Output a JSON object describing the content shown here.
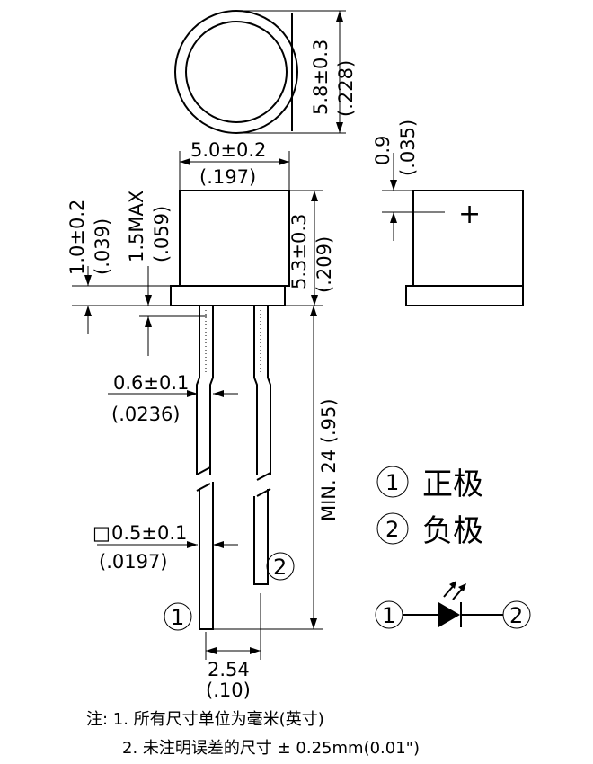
{
  "dimensions": {
    "flange_dia": "5.8±0.3",
    "flange_dia_in": "(.228)",
    "body_width": "5.0±0.2",
    "body_width_in": "(.197)",
    "body_height": "5.3±0.3",
    "body_height_in": "(.209)",
    "flange_thick": "1.0±0.2",
    "flange_thick_in": "(.039)",
    "standoff_max": "1.5MAX",
    "standoff_max_in": "(.059)",
    "lead_width": "0.6±0.1",
    "lead_width_in": "(.0236)",
    "lead_square": "0.5±0.1",
    "lead_square_in": "(.0197)",
    "lead_length": "MIN. 24 (.95)",
    "pitch": "2.54",
    "pitch_in": "(.10)",
    "top_offset": "0.9",
    "top_offset_in": "(.035)",
    "plus_sign": "+",
    "square_symbol": "□"
  },
  "legend": {
    "item1_num": "1",
    "item1_label": "正极",
    "item2_num": "2",
    "item2_label": "负极"
  },
  "pin_labels": {
    "pin1": "1",
    "pin2": "2",
    "schem_pin1": "1",
    "schem_pin2": "2"
  },
  "notes": {
    "line1": "注: 1. 所有尺寸单位为毫米(英寸)",
    "line2": "2. 未注明误差的尺寸 ±  0.25mm(0.01\")"
  }
}
